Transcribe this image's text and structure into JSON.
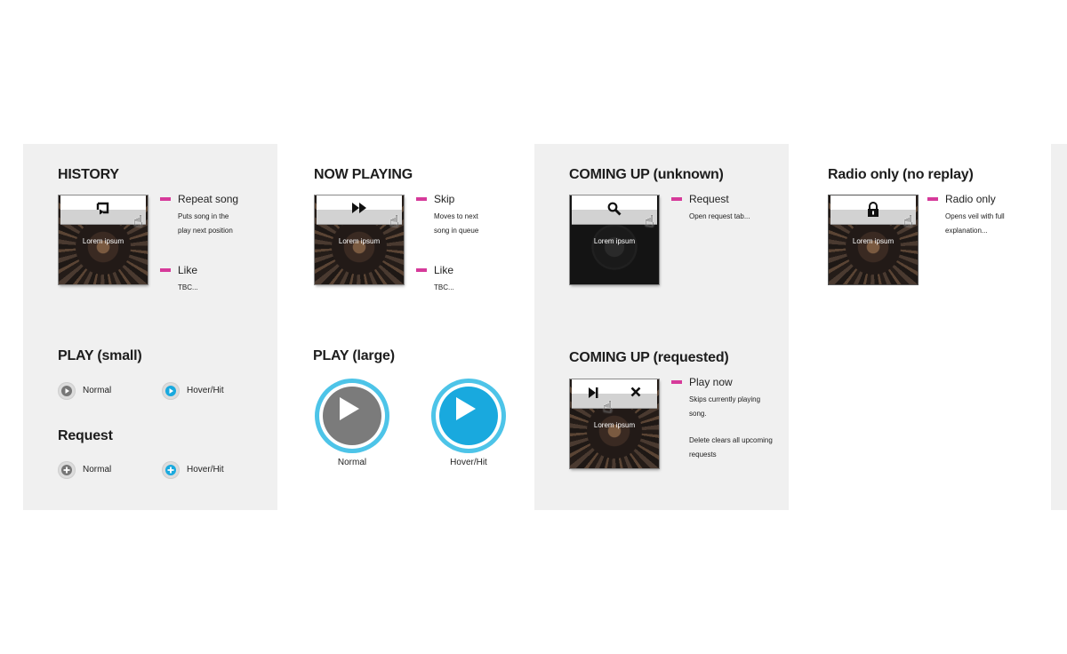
{
  "history": {
    "title": "HISTORY",
    "tile_caption": "Lorem ipsum",
    "icon": "repeat-icon",
    "repeat": {
      "label": "Repeat song",
      "desc": "Puts song in the play next position"
    },
    "like": {
      "label": "Like",
      "desc": "TBC..."
    }
  },
  "now_playing": {
    "title": "NOW PLAYING",
    "tile_caption": "Lorem ipsum",
    "icon": "fast-forward-icon",
    "skip": {
      "label": "Skip",
      "desc": "Moves to next song in queue"
    },
    "like": {
      "label": "Like",
      "desc": "TBC..."
    }
  },
  "coming_up_unknown": {
    "title": "COMING UP (unknown)",
    "tile_caption": "Lorem ipsum",
    "icon": "search-icon",
    "request": {
      "label": "Request",
      "desc": "Open request tab..."
    }
  },
  "radio_only": {
    "title": "Radio only (no replay)",
    "tile_caption": "Lorem ipsum",
    "icon": "lock-icon",
    "radio": {
      "label": "Radio only",
      "desc": "Opens veil with full explanation..."
    }
  },
  "play_small": {
    "title": "PLAY (small)",
    "normal": "Normal",
    "hover": "Hover/Hit"
  },
  "request_small": {
    "title": "Request",
    "normal": "Normal",
    "hover": "Hover/Hit"
  },
  "play_large": {
    "title": "PLAY (large)",
    "normal": "Normal",
    "hover": "Hover/Hit"
  },
  "coming_up_requested": {
    "title": "COMING UP (requested)",
    "tile_caption": "Lorem ipsum",
    "icons": [
      "skip-to-end-icon",
      "close-icon"
    ],
    "play_now": {
      "label": "Play now",
      "desc": "Skips currently playing song."
    },
    "delete": {
      "desc": "Delete clears all upcoming requests"
    }
  },
  "colors": {
    "accent": "#d63a9a",
    "play_blue": "#19a9de",
    "ring_blue": "#4dc4e8",
    "panel_grey": "#f0f0f0"
  }
}
